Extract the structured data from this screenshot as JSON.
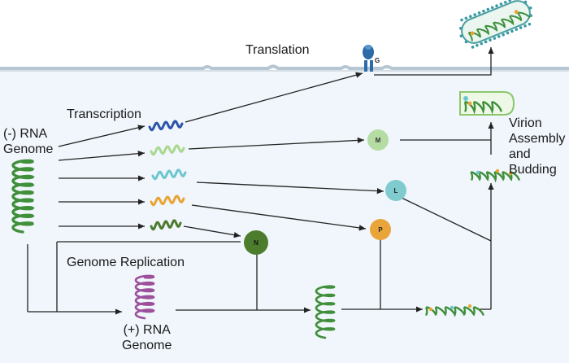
{
  "labels": {
    "translation": "Translation",
    "transcription": "Transcription",
    "neg_genome": "(-) RNA\nGenome",
    "genome_replication": "Genome Replication",
    "pos_genome": "(+) RNA\nGenome",
    "virion_assembly": "Virion\nAssembly\nand\nBudding"
  },
  "proteins": {
    "G": "G",
    "M": "M",
    "L": "L",
    "P": "P",
    "N": "N"
  },
  "colors": {
    "cytoplasm": "#f0f6fb",
    "membrane": "#b6c6d2",
    "arrow": "#222222",
    "rna_genome": "#3f8f3b",
    "rna_pos": "#9c4f9a",
    "mrna_g": "#2b55a8",
    "mrna_m": "#a9d88f",
    "mrna_l": "#6cc6cf",
    "mrna_p": "#e8a433",
    "mrna_n": "#4d7a2d",
    "prot_m": "#b5dca3",
    "prot_l": "#7fcbd0",
    "prot_p": "#e9a53a",
    "prot_n": "#4d7d2c",
    "g_protein": "#2d6aa8"
  }
}
